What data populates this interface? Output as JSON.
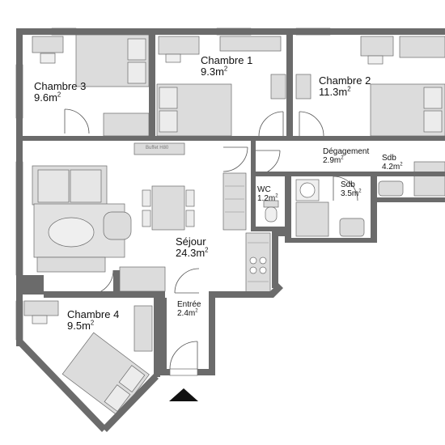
{
  "plan": {
    "units": {
      "area_unit": "m",
      "area_exponent": "2"
    },
    "rooms": [
      {
        "id": "chambre3",
        "name": "Chambre 3",
        "area": "9.6"
      },
      {
        "id": "chambre1",
        "name": "Chambre 1",
        "area": "9.3"
      },
      {
        "id": "chambre2",
        "name": "Chambre 2",
        "area": "11.3"
      },
      {
        "id": "degagement",
        "name": "Dégagement",
        "area": "2.9"
      },
      {
        "id": "sdb1",
        "name": "Sdb",
        "area": "4.2"
      },
      {
        "id": "wc",
        "name": "WC",
        "area": "1.2"
      },
      {
        "id": "sdb2",
        "name": "Sdb",
        "area": "3.5"
      },
      {
        "id": "sejour",
        "name": "Séjour",
        "area": "24.3"
      },
      {
        "id": "chambre4",
        "name": "Chambre 4",
        "area": "9.5"
      },
      {
        "id": "entree",
        "name": "Entrée",
        "area": "2.4"
      }
    ],
    "furniture_labels": {
      "buffet": "Buffet H80"
    },
    "colors": {
      "wall": "#6b6b6b",
      "furniture": "#d9d9d9",
      "line": "#555555",
      "background": "#ffffff"
    }
  }
}
